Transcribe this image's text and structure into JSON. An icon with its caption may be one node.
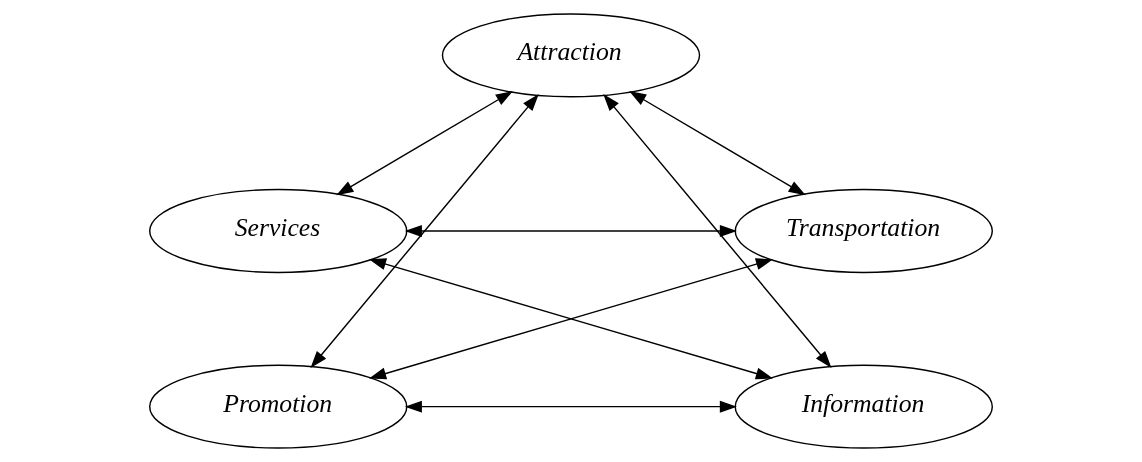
{
  "diagram": {
    "nodes": [
      {
        "text": [
          "Attraction"
        ]
      },
      {
        "text": [
          "Services"
        ]
      },
      {
        "text": [
          "Transportation"
        ]
      },
      {
        "text": [
          "Promotion"
        ]
      },
      {
        "text": [
          "Information"
        ]
      }
    ],
    "edges": [
      {
        "from": 0,
        "to": 1,
        "arrow": "both"
      },
      {
        "from": 0,
        "to": 2,
        "arrow": "both"
      },
      {
        "from": 0,
        "to": 3,
        "arrow": "both"
      },
      {
        "from": 0,
        "to": 4,
        "arrow": "both"
      },
      {
        "from": 1,
        "to": 2,
        "arrow": "both"
      },
      {
        "from": 1,
        "to": 4,
        "arrow": "both"
      },
      {
        "from": 2,
        "to": 3,
        "arrow": "both"
      },
      {
        "from": 3,
        "to": 4,
        "arrow": "both"
      }
    ]
  }
}
